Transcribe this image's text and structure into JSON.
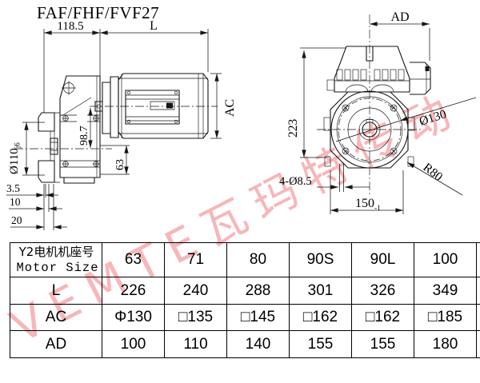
{
  "title": "FAF/FHF/FVF27",
  "watermark": "VEMTE瓦玛特传动",
  "left_view": {
    "dim_118_5": "118.5",
    "dim_L": "L",
    "dim_AC": "AC",
    "dim_shaft": "Ø110",
    "dim_shaft_tol": "j6",
    "dim_98_7": "98.7",
    "dim_63": "63",
    "dim_3_5": "3.5",
    "dim_10": "10",
    "dim_20": "20"
  },
  "right_view": {
    "dim_AD": "AD",
    "dim_223": "223",
    "dim_flange": "Ø130",
    "dim_R80": "R80",
    "dim_holes": "4-Ø8.5",
    "dim_150": "150",
    "dim_150_tol": "-1"
  },
  "table": {
    "header_label_cn": "Y2电机机座号",
    "header_label_en": "Motor Size",
    "columns": [
      "63",
      "71",
      "80",
      "90S",
      "90L",
      "100"
    ],
    "rows": [
      {
        "label": "L",
        "values": [
          "226",
          "240",
          "288",
          "301",
          "326",
          "349"
        ]
      },
      {
        "label": "AC",
        "values": [
          "Φ130",
          "□135",
          "□145",
          "□162",
          "□162",
          "□185"
        ]
      },
      {
        "label": "AD",
        "values": [
          "100",
          "110",
          "140",
          "155",
          "155",
          "180"
        ]
      }
    ]
  }
}
